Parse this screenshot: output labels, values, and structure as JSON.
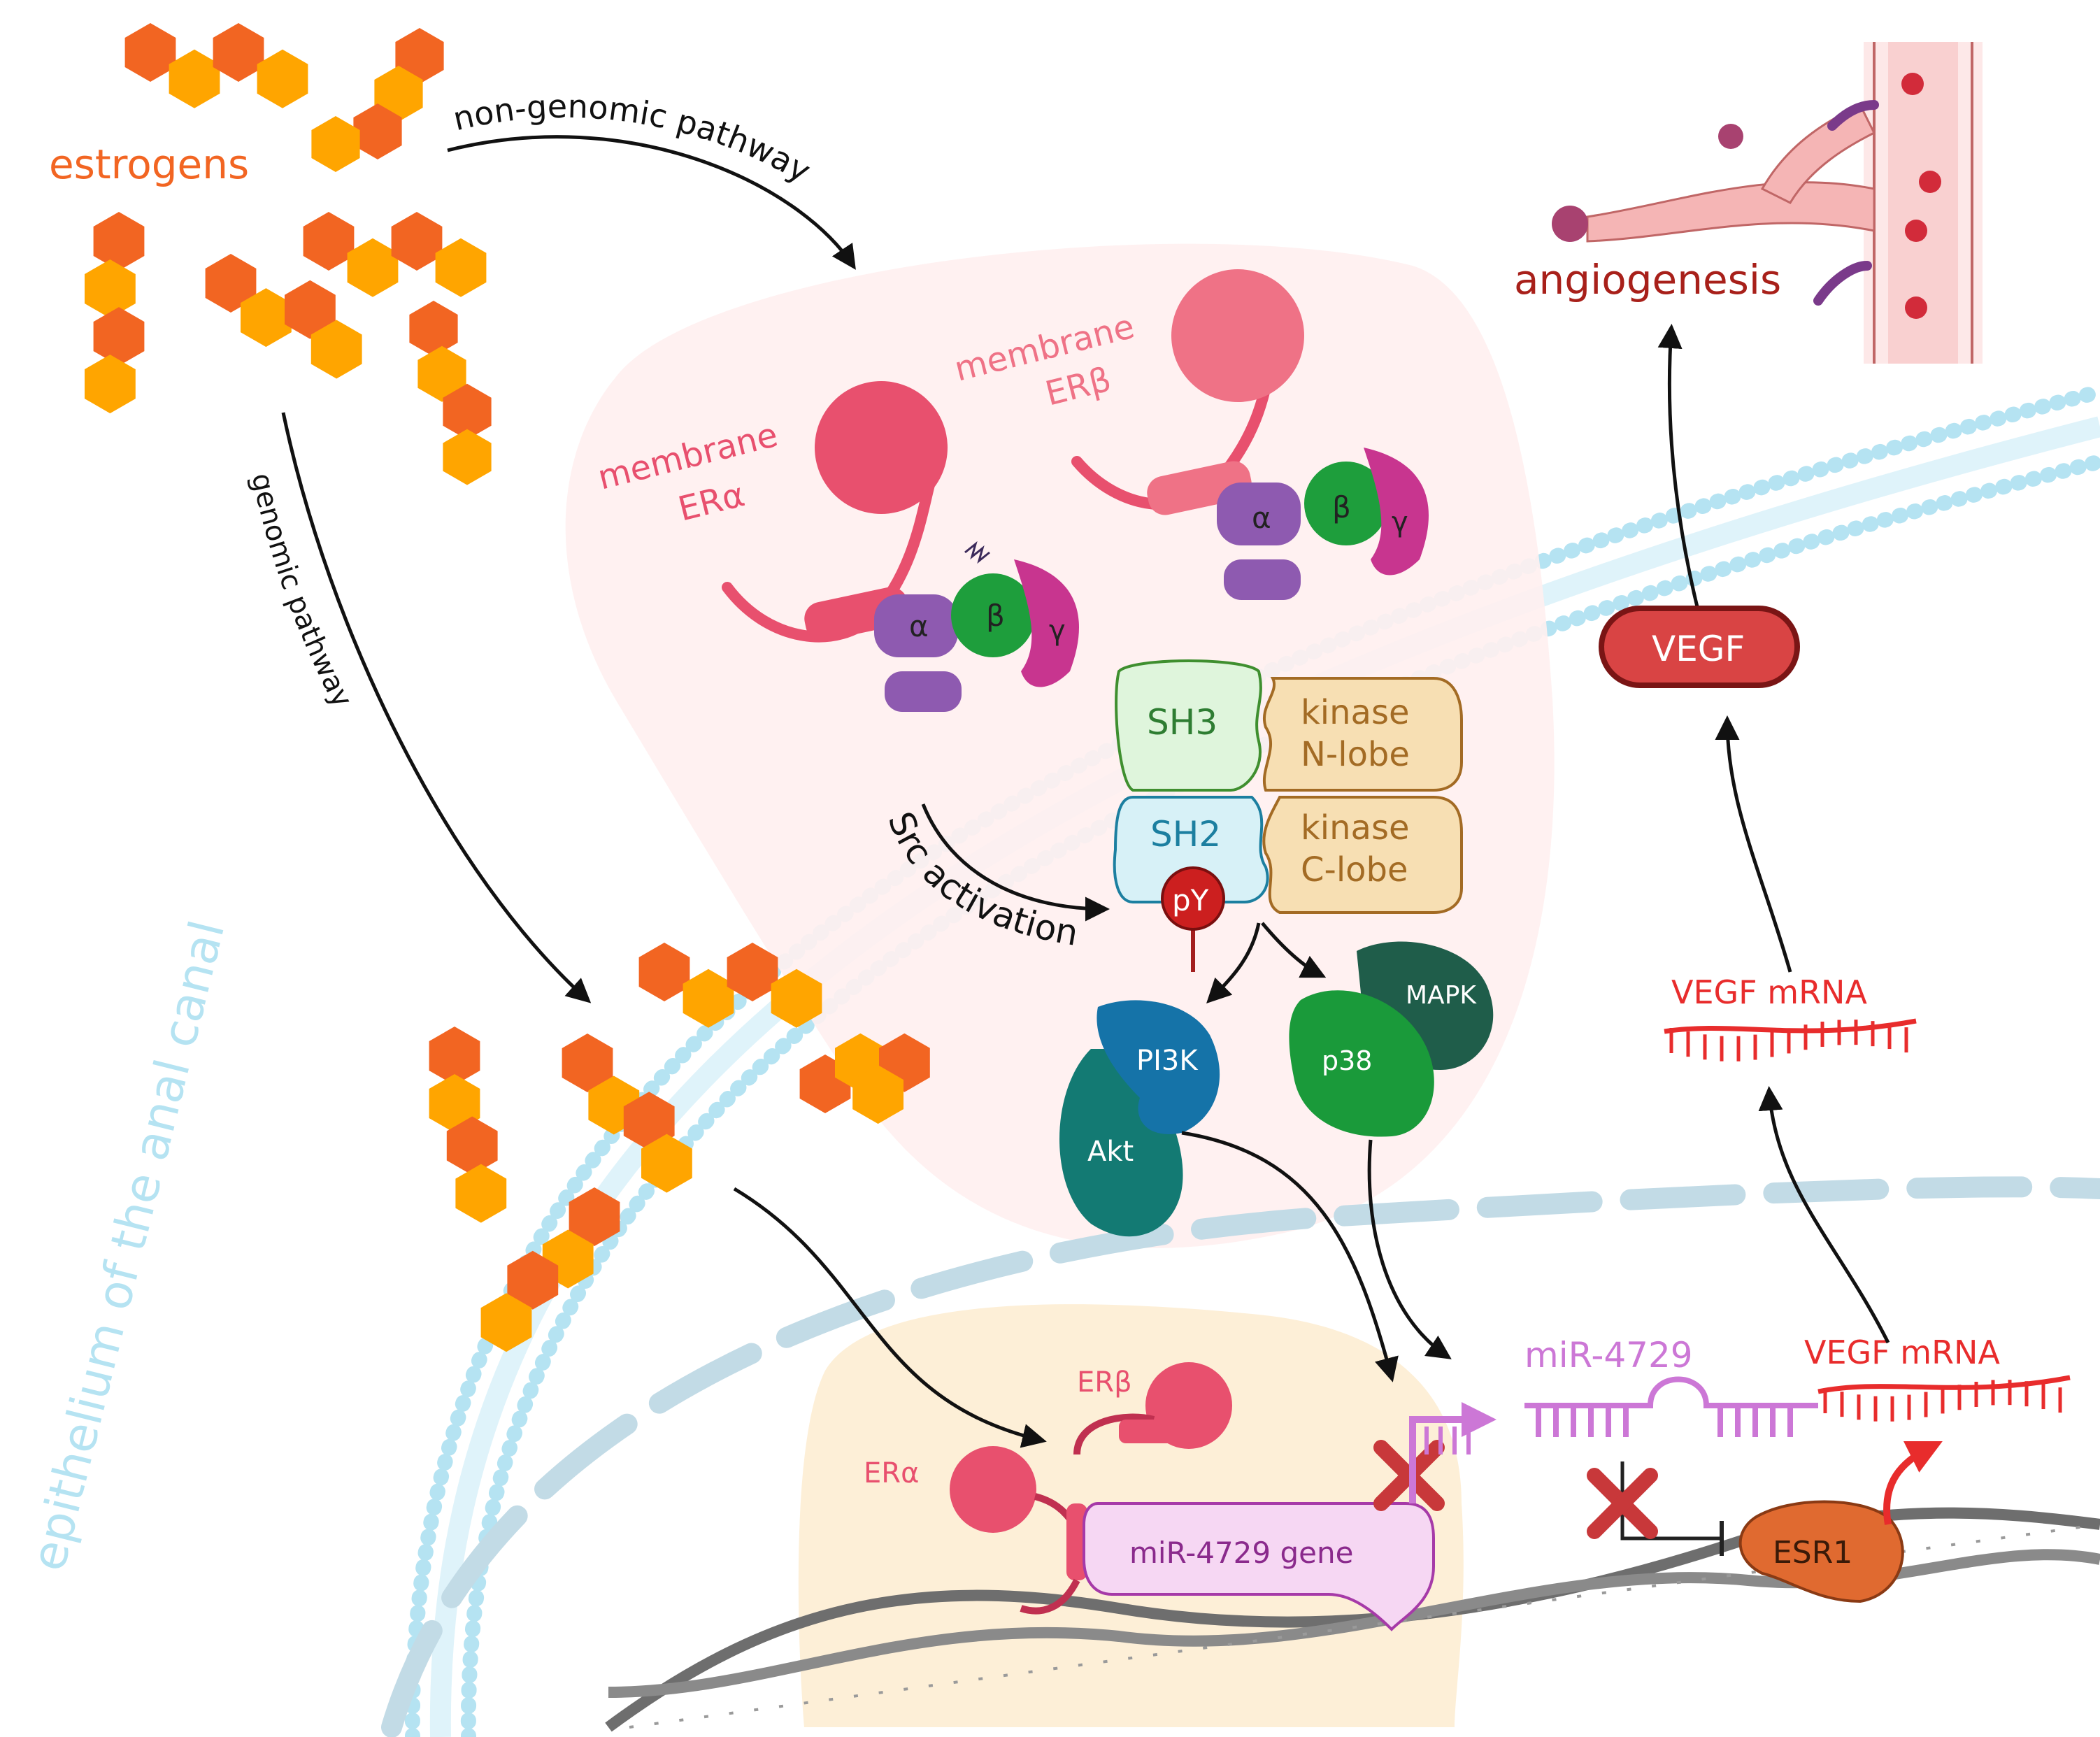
{
  "labels": {
    "estrogens": "estrogens",
    "non_genomic": "non-genomic pathway",
    "genomic": "genomic pathway",
    "epithelium": "epithelium of the anal canal",
    "membrane_era_1": "membrane",
    "membrane_era_2": "ERα",
    "membrane_erb_1": "membrane",
    "membrane_erb_2": "ERβ",
    "g_alpha": "α",
    "g_beta": "β",
    "g_gamma": "γ",
    "sh3": "SH3",
    "sh2": "SH2",
    "kinase_n_1": "kinase",
    "kinase_n_2": "N-lobe",
    "kinase_c_1": "kinase",
    "kinase_c_2": "C-lobe",
    "py": "pY",
    "src_activation": "Src activation",
    "pi3k": "PI3K",
    "akt": "Akt",
    "mapk": "MAPK",
    "p38": "p38",
    "era_nuclear": "ERα",
    "erb_nuclear": "ERβ",
    "mir_gene": "miR-4729 gene",
    "mir": "miR-4729",
    "esr1": "ESR1",
    "vegf_mrna_1": "VEGF mRNA",
    "vegf_mrna_2": "VEGF mRNA",
    "vegf": "VEGF",
    "angiogenesis": "angiogenesis"
  },
  "colors": {
    "estrogen_dark": "#f26522",
    "estrogen_light": "#ffa500",
    "receptor_pink": "#e8506e",
    "membrane_blue": "#b5e3f2",
    "g_alpha": "#8e5ab0",
    "g_beta": "#1e9e3c",
    "g_gamma": "#c8358f",
    "sh3_fill": "#dff5dc",
    "sh2_fill": "#d7f1f7",
    "kinase_fill": "#f7dfb3",
    "pi3k": "#1573a8",
    "akt": "#137a73",
    "mapk": "#1f5d4a",
    "p38": "#1a9a3a",
    "mirna": "#cc77d6",
    "vegf_red": "#e82c2c",
    "esr1": "#e06a30",
    "blocked_x": "#c8383a"
  }
}
